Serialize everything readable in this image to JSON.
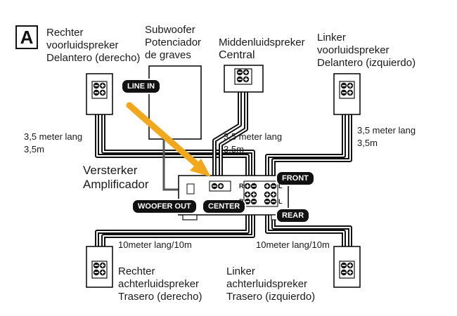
{
  "figure_letter": "A",
  "speakers": {
    "front_right": {
      "line1": "Rechter",
      "line2": "voorluidspreker",
      "line3": "Delantero (derecho)"
    },
    "subwoofer": {
      "line1": "Subwoofer",
      "line2": "Potenciador",
      "line3": "de graves"
    },
    "center": {
      "line1": "Middenluidspreker",
      "line2": "Central"
    },
    "front_left": {
      "line1": "Linker",
      "line2": "voorluidspreker",
      "line3": "Delantero (izquierdo)"
    },
    "rear_right": {
      "line1": "Rechter",
      "line2": "achterluidspreker",
      "line3": "Trasero (derecho)"
    },
    "rear_left": {
      "line1": "Linker",
      "line2": "achterluidspreker",
      "line3": "Trasero (izquierdo)"
    }
  },
  "amplifier": {
    "line1": "Versterker",
    "line2": "Amplificador"
  },
  "cable_lengths": {
    "front_left_side": {
      "line1": "3,5 meter lang",
      "line2": "3,5m"
    },
    "center": {
      "line1": "3,5 meter lang",
      "line2": "3,5m"
    },
    "front_right_side": {
      "line1": "3,5 meter lang",
      "line2": "3,5m"
    },
    "rear_left_side": "10meter lang/10m",
    "rear_right_side": "10meter lang/10m"
  },
  "terminal_labels": {
    "line_in": "LINE IN",
    "woofer_out": "WOOFER OUT",
    "center": "CENTER",
    "front": "FRONT",
    "rear": "REAR",
    "ch_r_front": "R",
    "ch_l_front": "L",
    "ch_r_rear": "R",
    "ch_l_rear": "L"
  },
  "colors": {
    "arrow": "#f2a81d",
    "ink": "#111111",
    "wire_fill": "#ffffff"
  }
}
